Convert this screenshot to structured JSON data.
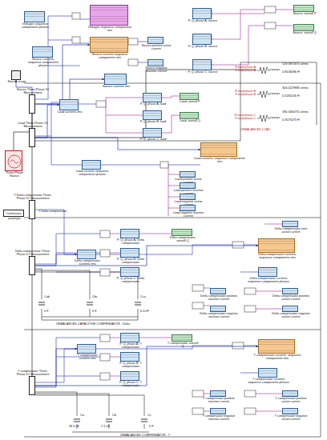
{
  "diagram": {
    "nodes": [
      {
        "text": [
          "Voltages sequence components phases"
        ]
      },
      {
        "text": [
          "Voltages sequence components rms"
        ]
      },
      {
        "text": [
          "Source currents, sequence components phases"
        ]
      },
      {
        "text": [
          "Source currents sequence components rms"
        ]
      },
      {
        "text": [
          "Source positive active current"
        ]
      },
      {
        "text": [
          "Source negative reactive current"
        ]
      },
      {
        "text": [
          "P, Q, phase A, source"
        ]
      },
      {
        "text": [
          "P, Q, phase B, source"
        ]
      },
      {
        "text": [
          "P, Q, phase C, source"
        ]
      },
      {
        "text": [
          "Source, overall P"
        ]
      },
      {
        "text": [
          "Source, overall Q"
        ]
      },
      {
        "text": [
          "Source scope"
        ]
      },
      {
        "text": [
          "Source currents rms"
        ]
      },
      {
        "text": [
          "Load currents rms"
        ]
      },
      {
        "text": [
          "P, Q, phase A, load"
        ]
      },
      {
        "text": [
          "P, Q, phase B, load"
        ]
      },
      {
        "text": [
          "P, Q, phase C, load"
        ]
      },
      {
        "text": [
          "Load, overall P"
        ]
      },
      {
        "text": [
          "Load, overall Q"
        ]
      },
      {
        "text": [
          "R load phase A",
          "X load phase A"
        ]
      },
      {
        "text": [
          "R load phase B",
          "X load phase B"
        ]
      },
      {
        "text": [
          "R load phase C",
          "X load phase C"
        ]
      },
      {
        "text": [
          "Load currents, sequence components rms"
        ]
      },
      {
        "text": [
          "Load currents sequence components phases"
        ]
      },
      {
        "text": [
          "Load positive active current"
        ]
      },
      {
        "text": [
          "Load positive reactive current"
        ]
      },
      {
        "text": [
          "Load negative active current"
        ]
      },
      {
        "text": [
          "Load negative reactive current"
        ]
      },
      {
        "text": [
          "Three-Phase Source"
        ]
      },
      {
        "text": [
          "Source Three-Phase V-I Measurement"
        ]
      },
      {
        "text": [
          "Load Three-Phase V-I Measurement"
        ]
      },
      {
        "text": [
          "Y-Delta compensator Three-Phase V-I Measurement"
        ]
      },
      {
        "text": [
          "Continuous",
          "powergui"
        ]
      },
      {
        "text": [
          "Delta compensator Three-Phase V-I Measurement"
        ]
      },
      {
        "text": [
          "Delta compensator currents rms"
        ]
      },
      {
        "text": [
          "P, Q, phase A, Delta compensator"
        ]
      },
      {
        "text": [
          "P, Q, phase B, Delta compensator"
        ]
      },
      {
        "text": [
          "P, Q, phase C, Delta compensator"
        ]
      },
      {
        "text": [
          "Delta compensator, overall Q"
        ]
      },
      {
        "text": [
          "Delta compensator currents, sequence components rms"
        ]
      },
      {
        "text": [
          "Delta compensator currents sequence components phases"
        ]
      },
      {
        "text": [
          "Delta compensator positive active current"
        ]
      },
      {
        "text": [
          "Delta compensator negative active current"
        ]
      },
      {
        "text": [
          "Delta compensator positive reactive current"
        ]
      },
      {
        "text": [
          "Delta compensator negative reactive current"
        ]
      },
      {
        "text": [
          "Delta compensator zero active current"
        ]
      },
      {
        "text": [
          "Y compensator Three-Phase V-I Measurement"
        ]
      },
      {
        "text": [
          "Y compensator currents rms"
        ]
      },
      {
        "text": [
          "P, Q, phase A, Y compensator"
        ]
      },
      {
        "text": [
          "P, Q, phase B, Y compensator"
        ]
      },
      {
        "text": [
          "P, Q, phase C, Y compensator"
        ]
      },
      {
        "text": [
          "Y compensator, overall Q"
        ]
      },
      {
        "text": [
          "Y compensator currents, sequence components rms"
        ]
      },
      {
        "text": [
          "Y compensator currents sequence components phases"
        ]
      },
      {
        "text": [
          "Y compensator positive active current"
        ]
      },
      {
        "text": [
          "Y compensator negative active current"
        ]
      },
      {
        "text": [
          "Y compensator positive reactive current"
        ]
      },
      {
        "text": [
          "Y compensator negative reactive current"
        ]
      }
    ],
    "edges": [
      {
        "from": 28,
        "to": 29,
        "arrow": "none"
      },
      {
        "from": 29,
        "to": 30,
        "arrow": "none"
      },
      {
        "from": 30,
        "to": 31,
        "arrow": "none"
      },
      {
        "from": 31,
        "to": 33,
        "arrow": "none"
      },
      {
        "from": 33,
        "to": 46,
        "arrow": "none"
      },
      {
        "from": 29,
        "to": 11,
        "arrow": "to"
      },
      {
        "from": 29,
        "to": 12,
        "arrow": "to"
      },
      {
        "from": 30,
        "to": 13,
        "arrow": "to"
      },
      {
        "from": 30,
        "to": 19,
        "arrow": "none"
      },
      {
        "from": 33,
        "to": 34,
        "arrow": "to"
      },
      {
        "from": 46,
        "to": 47,
        "arrow": "to"
      },
      {
        "from": 29,
        "to": 3,
        "arrow": "to"
      },
      {
        "from": 30,
        "to": 22,
        "arrow": "to"
      },
      {
        "from": 33,
        "to": 39,
        "arrow": "to"
      },
      {
        "from": 46,
        "to": 52,
        "arrow": "to"
      }
    ],
    "labels": [
      "128.0871671 ohms",
      "0.8134586 H",
      "304.0229885 ohms",
      "0.5181106 H",
      "180.5460751 ohms",
      "0.3575073 H",
      "UNBALANCED LOAD",
      "Cab",
      "Cbc",
      "Cca",
      "0 F",
      "0 F",
      "6.3 nF",
      "UNBALANCED CAPACITIVE COMPENSATOR - Delta",
      "Ca",
      "Cb",
      "Cc",
      "28.3 nF",
      "7.1 nF",
      "0 F",
      "UNBALANCED COMPENSATOR - Y",
      "Y-Delta compensator"
    ]
  }
}
